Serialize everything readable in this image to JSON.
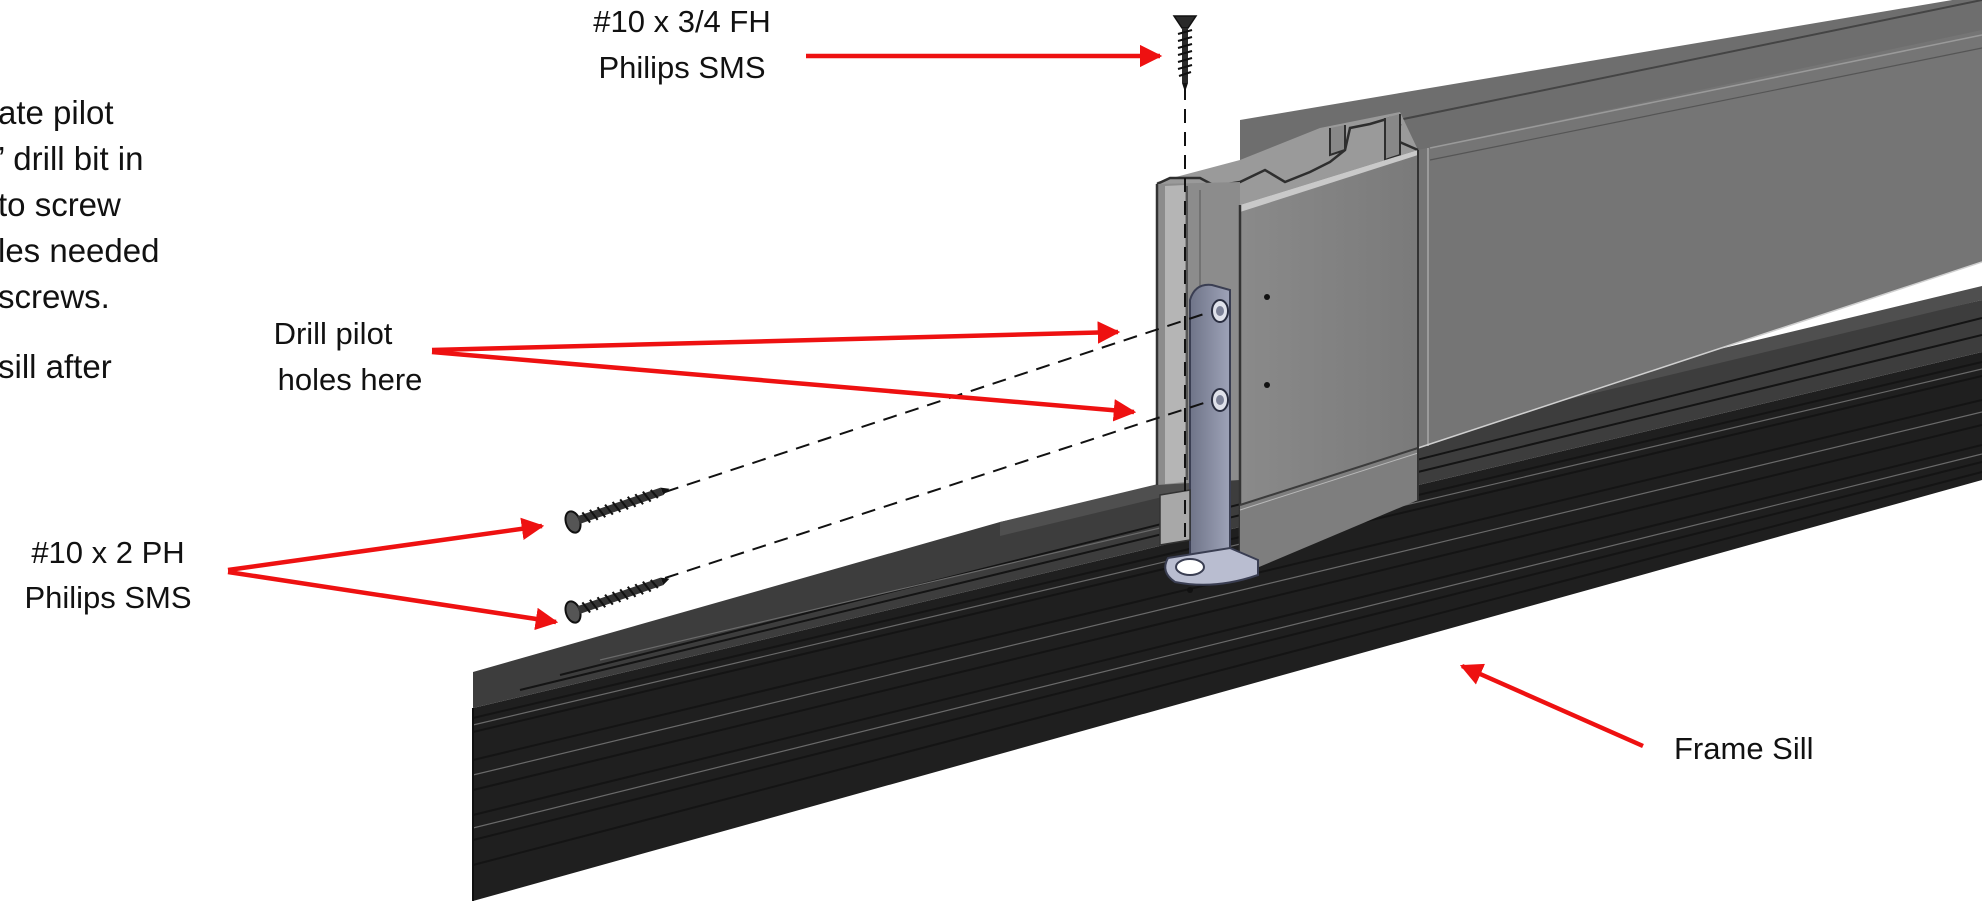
{
  "instructions": {
    "lines": [
      "ate pilot",
      "’ drill bit in",
      " to screw",
      "les needed",
      "screws.",
      "sill after"
    ]
  },
  "callouts": {
    "fh_screw": [
      "#10 x 3/4 FH",
      "Philips SMS"
    ],
    "drill": [
      "Drill pilot",
      "holes here"
    ],
    "ph_screws": [
      "#10 x 2 PH",
      "Philips SMS"
    ],
    "sill": [
      "Frame Sill"
    ]
  },
  "colors": {
    "arrow": "#ee1111",
    "sill_dark": "#2b2b2b",
    "frame_gray": "#7a7a7a",
    "bracket": "#8a8fa6"
  }
}
